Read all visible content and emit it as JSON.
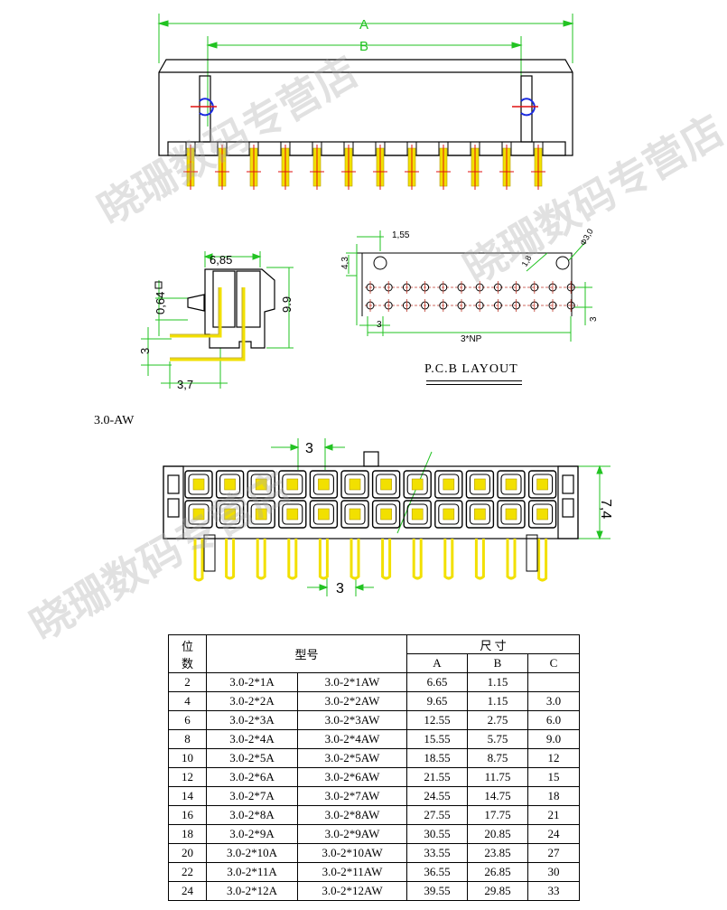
{
  "drawing": {
    "dim_labels": {
      "A": "A",
      "B": "B",
      "side_width": "6,85",
      "side_height": "9.9",
      "side_offset": "0,64",
      "side_pitch": "3",
      "side_bottom": "3,7",
      "pcb_edge": "1,55",
      "pcb_vertical": "4,3",
      "pcb_diag": "1,8",
      "pcb_hole": "Φ3,0",
      "pcb_pitch": "3",
      "pcb_np": "3*NP",
      "pcb_right": "3",
      "front_top_pitch": "3",
      "front_bottom_pitch": "3",
      "front_height": "7,4"
    },
    "pcb_layout_title": "P.C.B LAYOUT",
    "variant_caption": "3.0-AW",
    "watermarks": [
      "晓珊数码专营店",
      "晓珊数码专营店",
      "晓珊数码专营店"
    ]
  },
  "table": {
    "header": {
      "pos_line1": "位",
      "pos_line2": "数",
      "model": "型号",
      "size": "尺 寸",
      "col_a": "A",
      "col_b": "B",
      "col_c": "C"
    },
    "rows": [
      {
        "pos": "2",
        "model_a": "3.0-2*1A",
        "model_aw": "3.0-2*1AW",
        "a": "6.65",
        "b": "1.15",
        "c": ""
      },
      {
        "pos": "4",
        "model_a": "3.0-2*2A",
        "model_aw": "3.0-2*2AW",
        "a": "9.65",
        "b": "1.15",
        "c": "3.0"
      },
      {
        "pos": "6",
        "model_a": "3.0-2*3A",
        "model_aw": "3.0-2*3AW",
        "a": "12.55",
        "b": "2.75",
        "c": "6.0"
      },
      {
        "pos": "8",
        "model_a": "3.0-2*4A",
        "model_aw": "3.0-2*4AW",
        "a": "15.55",
        "b": "5.75",
        "c": "9.0"
      },
      {
        "pos": "10",
        "model_a": "3.0-2*5A",
        "model_aw": "3.0-2*5AW",
        "a": "18.55",
        "b": "8.75",
        "c": "12"
      },
      {
        "pos": "12",
        "model_a": "3.0-2*6A",
        "model_aw": "3.0-2*6AW",
        "a": "21.55",
        "b": "11.75",
        "c": "15"
      },
      {
        "pos": "14",
        "model_a": "3.0-2*7A",
        "model_aw": "3.0-2*7AW",
        "a": "24.55",
        "b": "14.75",
        "c": "18"
      },
      {
        "pos": "16",
        "model_a": "3.0-2*8A",
        "model_aw": "3.0-2*8AW",
        "a": "27.55",
        "b": "17.75",
        "c": "21"
      },
      {
        "pos": "18",
        "model_a": "3.0-2*9A",
        "model_aw": "3.0-2*9AW",
        "a": "30.55",
        "b": "20.85",
        "c": "24"
      },
      {
        "pos": "20",
        "model_a": "3.0-2*10A",
        "model_aw": "3.0-2*10AW",
        "a": "33.55",
        "b": "23.85",
        "c": "27"
      },
      {
        "pos": "22",
        "model_a": "3.0-2*11A",
        "model_aw": "3.0-2*11AW",
        "a": "36.55",
        "b": "26.85",
        "c": "30"
      },
      {
        "pos": "24",
        "model_a": "3.0-2*12A",
        "model_aw": "3.0-2*12AW",
        "a": "39.55",
        "b": "29.85",
        "c": "33"
      }
    ]
  },
  "colors": {
    "dimension": "#22c322",
    "pin": "#f2e000",
    "pin_dark": "#b49b00",
    "center_mark": "#e01010",
    "body": "#000000",
    "hole_mark": "#c0392b",
    "key_blue": "#1b2be0"
  }
}
